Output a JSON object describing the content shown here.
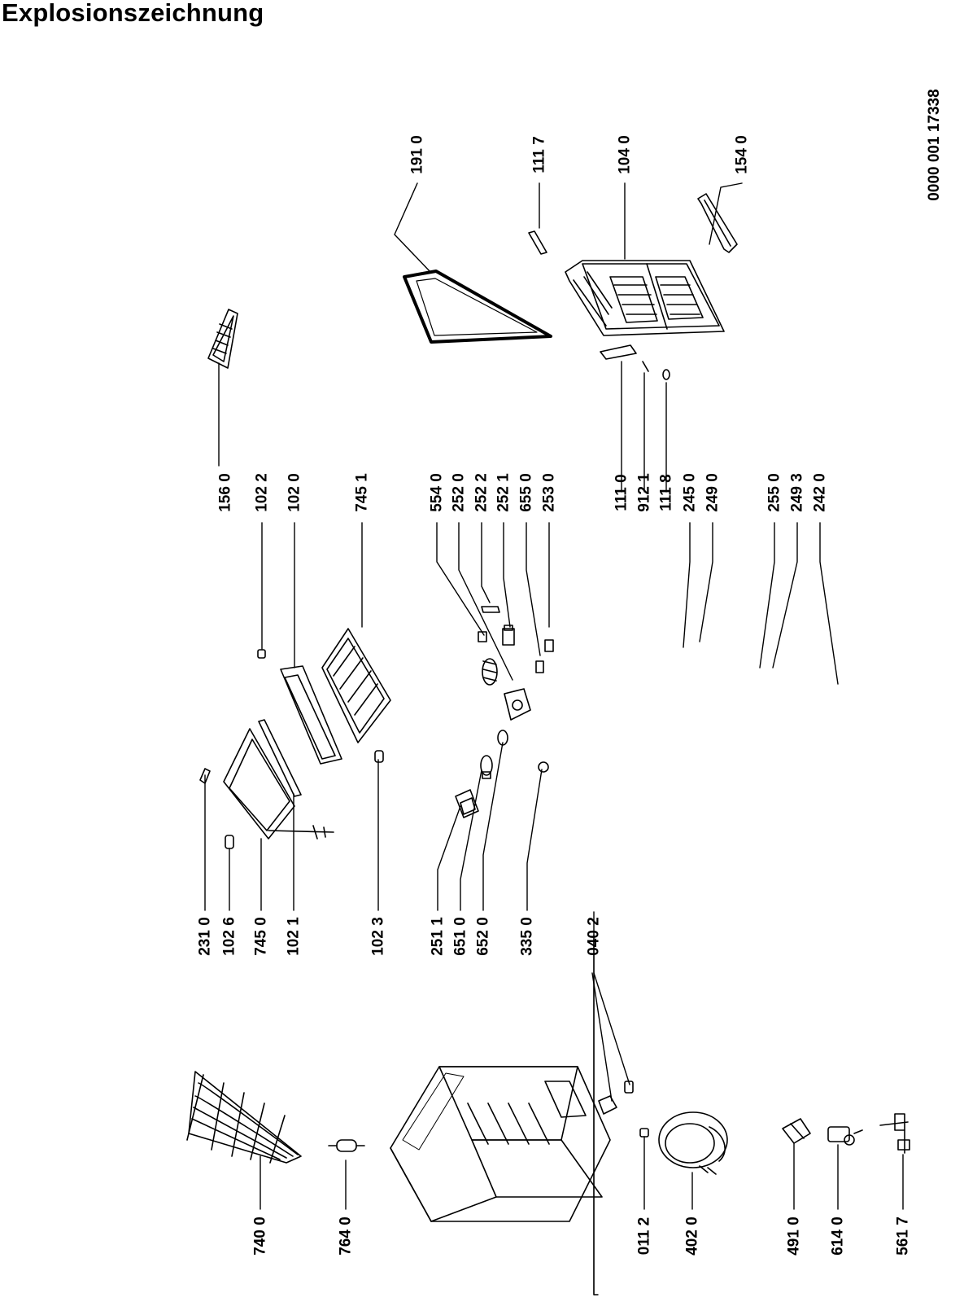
{
  "title": "Explosionszeichnung",
  "document_number": "0000 001 17338",
  "parts": [
    {
      "id": "156-0",
      "label": "156 0"
    },
    {
      "id": "102-2",
      "label": "102 2"
    },
    {
      "id": "102-0",
      "label": "102 0"
    },
    {
      "id": "745-1",
      "label": "745 1"
    },
    {
      "id": "554-0",
      "label": "554 0"
    },
    {
      "id": "252-0",
      "label": "252 0"
    },
    {
      "id": "252-2",
      "label": "252 2"
    },
    {
      "id": "252-1",
      "label": "252 1"
    },
    {
      "id": "655-0",
      "label": "655 0"
    },
    {
      "id": "253-0",
      "label": "253 0"
    },
    {
      "id": "111-0",
      "label": "111 0"
    },
    {
      "id": "912-1",
      "label": "912 1"
    },
    {
      "id": "111-8",
      "label": "111 8"
    },
    {
      "id": "245-0",
      "label": "245 0"
    },
    {
      "id": "249-0",
      "label": "249 0"
    },
    {
      "id": "255-0",
      "label": "255 0"
    },
    {
      "id": "249-3",
      "label": "249 3"
    },
    {
      "id": "242-0",
      "label": "242 0"
    },
    {
      "id": "191-0",
      "label": "191 0"
    },
    {
      "id": "111-7",
      "label": "111 7"
    },
    {
      "id": "104-0",
      "label": "104 0"
    },
    {
      "id": "154-0",
      "label": "154 0"
    },
    {
      "id": "231-0",
      "label": "231 0"
    },
    {
      "id": "102-6",
      "label": "102 6"
    },
    {
      "id": "745-0",
      "label": "745 0"
    },
    {
      "id": "102-1",
      "label": "102 1"
    },
    {
      "id": "102-3",
      "label": "102 3"
    },
    {
      "id": "251-1",
      "label": "251 1"
    },
    {
      "id": "651-0",
      "label": "651 0"
    },
    {
      "id": "652-0",
      "label": "652 0"
    },
    {
      "id": "335-0",
      "label": "335 0"
    },
    {
      "id": "040-2",
      "label": "040 2"
    },
    {
      "id": "740-0",
      "label": "740 0"
    },
    {
      "id": "764-0",
      "label": "764 0"
    },
    {
      "id": "011-2",
      "label": "011 2"
    },
    {
      "id": "402-0",
      "label": "402 0"
    },
    {
      "id": "491-0",
      "label": "491 0"
    },
    {
      "id": "614-0",
      "label": "614 0"
    },
    {
      "id": "561-7",
      "label": "561 7"
    }
  ]
}
